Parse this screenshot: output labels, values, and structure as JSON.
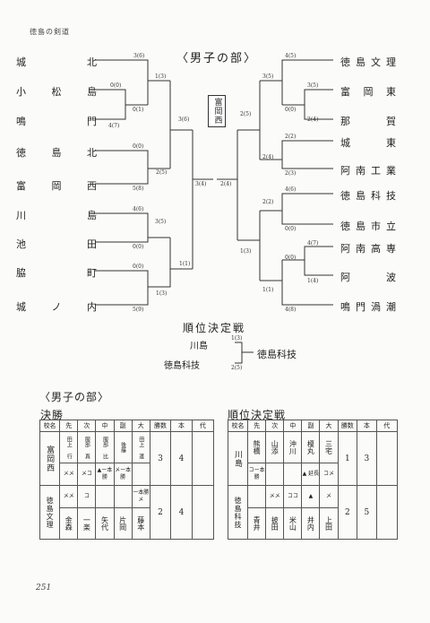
{
  "header": "徳島の剣道",
  "bracket_title": "〈男子の部〉",
  "champion": "富岡西",
  "left_teams": [
    "城北",
    "小松島",
    "鳴門",
    "徳島北",
    "富岡西",
    "川島",
    "池田",
    "脇町",
    "城ノ内"
  ],
  "right_teams": [
    "徳島文理",
    "富岡東",
    "那賀",
    "城東",
    "阿南工業",
    "徳島科技",
    "徳島市立",
    "阿南高専",
    "阿波",
    "鳴門渦潮"
  ],
  "left_scores": [
    "3(6)",
    "0(0)",
    "0(1)",
    "4(7)",
    "1(3)",
    "0(0)",
    "5(8)",
    "2(5)",
    "3(6)",
    "4(6)",
    "3(5)",
    "0(0)",
    "0(0)",
    "1(1)",
    "1(3)",
    "5(9)",
    "3(4)"
  ],
  "right_scores": [
    "4(5)",
    "3(5)",
    "3(5)",
    "0(0)",
    "2(4)",
    "2(5)",
    "2(2)",
    "2(4)",
    "2(3)",
    "4(6)",
    "2(2)",
    "0(0)",
    "4(7)",
    "0(0)",
    "1(4)",
    "1(3)",
    "1(1)",
    "4(8)",
    "2(4)"
  ],
  "playoff": {
    "title": "順位決定戦",
    "team1": "川島",
    "team2": "徳島科技",
    "score1": "1(3)",
    "score2": "2(5)",
    "winner": "徳島科技"
  },
  "record_title": "〈男子の部〉",
  "final": {
    "label": "決勝",
    "headers": [
      "校名",
      "先",
      "次",
      "中",
      "副",
      "大",
      "勝数",
      "本",
      "代"
    ],
    "team_a": {
      "name": "富岡西",
      "players": [
        "田上 行",
        "服部 真",
        "服部 比",
        "後藤",
        "田上 蓬"
      ],
      "marks": [
        "メメ",
        "メコ",
        "▲ー本勝",
        "メー本勝",
        ""
      ],
      "wins": "3",
      "points": "4",
      "rep": ""
    },
    "team_b": {
      "name": "徳島文理",
      "players": [
        "金森",
        "一楽",
        "矢代",
        "片岡",
        "藤本"
      ],
      "marks": [
        "メメ",
        "コ",
        "",
        "",
        "一本勝 メ"
      ],
      "wins": "2",
      "points": "4",
      "rep": ""
    }
  },
  "playoff_record": {
    "label": "順位決定戦",
    "headers": [
      "校名",
      "先",
      "次",
      "中",
      "副",
      "大",
      "勝数",
      "本",
      "代"
    ],
    "team_a": {
      "name": "川島",
      "players": [
        "熊橋",
        "山添",
        "沖川",
        "榎丸",
        "三宅"
      ],
      "marks": [
        "コー本勝",
        "",
        "",
        "▲ 延長",
        "コメ"
      ],
      "wins": "1",
      "points": "3",
      "rep": ""
    },
    "team_b": {
      "name": "徳島科技",
      "players": [
        "青井",
        "披田",
        "米山",
        "井内",
        "上田"
      ],
      "marks": [
        "",
        "メメ",
        "ココ",
        "▲",
        "メ"
      ],
      "wins": "2",
      "points": "5",
      "rep": ""
    }
  },
  "page_number": "251"
}
